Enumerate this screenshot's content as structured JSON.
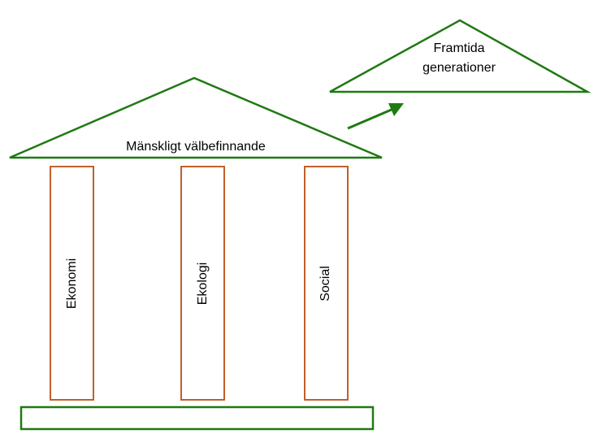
{
  "roof": {
    "label": "Mänskligt välbefinnande"
  },
  "future": {
    "line1": "Framtida",
    "line2": "generationer"
  },
  "pillars": [
    {
      "label": "Ekonomi"
    },
    {
      "label": "Ekologi"
    },
    {
      "label": "Social"
    }
  ],
  "colors": {
    "roof_stroke": "#1f7a12",
    "pillar_stroke": "#c0602a",
    "arrow": "#1f7a12"
  }
}
